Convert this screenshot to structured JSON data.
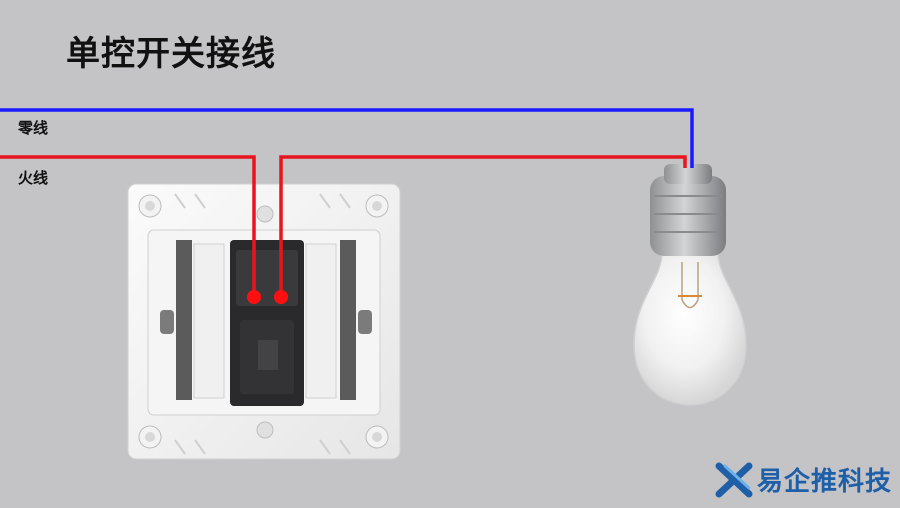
{
  "title": "单控开关接线",
  "wires": {
    "neutral_label": "零线",
    "live_label": "火线",
    "neutral_color": "#1a1aff",
    "live_color": "#e8141e"
  },
  "watermark": {
    "text": "易企推科技",
    "logo_icon": "x-logo-icon",
    "color": "#1e5fa8"
  },
  "icons": {
    "switch": "wall-switch-icon",
    "bulb": "light-bulb-icon"
  }
}
